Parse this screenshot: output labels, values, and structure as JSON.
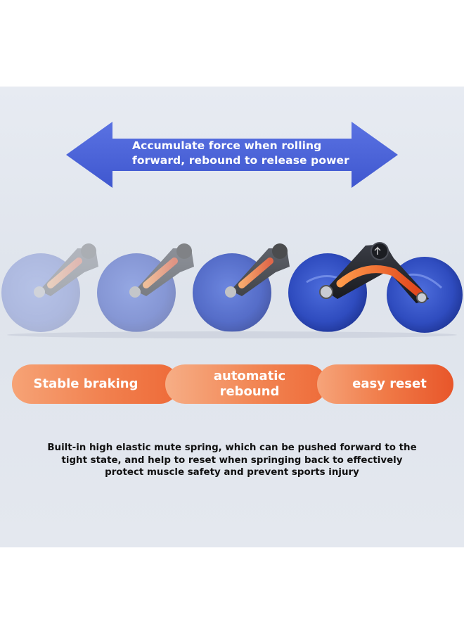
{
  "arrow": {
    "line1": "Accumulate force when rolling",
    "line2": "forward, rebound to release power",
    "color": "#4a63d6"
  },
  "features": [
    {
      "label": "Stable braking"
    },
    {
      "label_line1": "automatic",
      "label_line2": "rebound"
    },
    {
      "label": "easy reset"
    }
  ],
  "description": {
    "line1": "Built-in high elastic mute spring, which can be pushed forward to the",
    "line2": "tight state, and help to reset when springing back to effectively",
    "line3": "protect muscle safety and prevent sports injury"
  },
  "colors": {
    "wheel_blue": "#3a56c8",
    "spring_orange": "#f06a2c",
    "pill_orange": "#ef7440",
    "background": "#e4e8ef"
  }
}
